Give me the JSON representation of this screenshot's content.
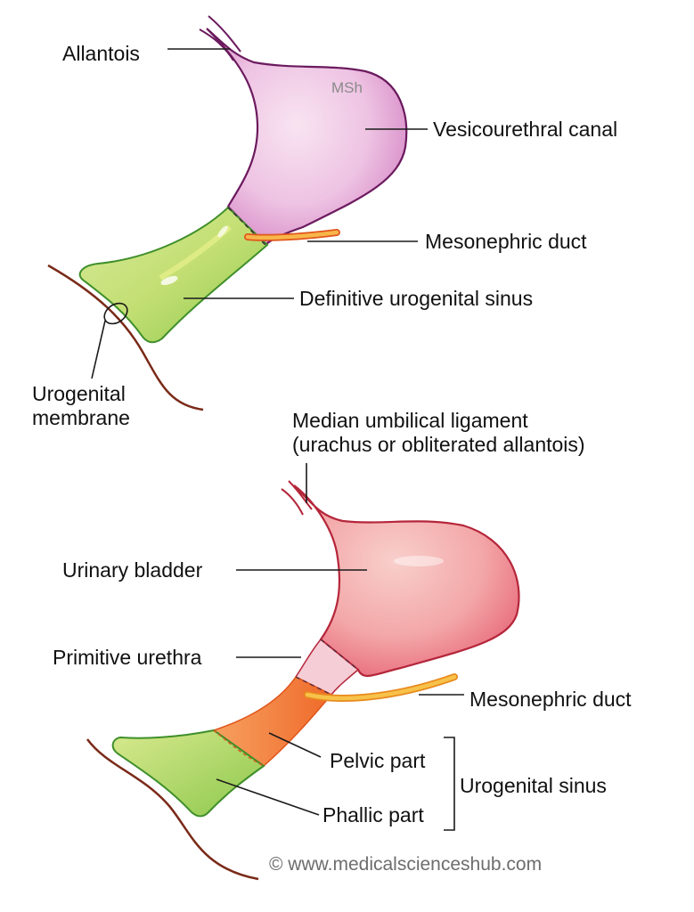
{
  "diagram": {
    "title": "Development of the urinary bladder and urogenital sinus",
    "top_figure": {
      "inner_label": "MSh",
      "labels": {
        "allantois": "Allantois",
        "vesicourethral_canal": "Vesicourethral canal",
        "mesonephric_duct": "Mesonephric duct",
        "definitive_urogenital_sinus": "Definitive urogenital sinus",
        "urogenital_membrane_line1": "Urogenital",
        "urogenital_membrane_line2": "membrane"
      },
      "colors": {
        "vesicourethral_fill": "#e9b9dd",
        "vesicourethral_outline": "#6b1a5e",
        "sinus_fill": "#b9d96b",
        "sinus_outline": "#3f8f2a",
        "duct_fill": "#f7b64a",
        "duct_outline": "#e2561c",
        "membrane_line": "#7a2a18"
      }
    },
    "bottom_figure": {
      "labels": {
        "median_umbilical_line1": "Median umbilical ligament",
        "median_umbilical_line2": "(urachus or obliterated allantois)",
        "urinary_bladder": "Urinary bladder",
        "primitive_urethra": "Primitive urethra",
        "mesonephric_duct": "Mesonephric duct",
        "pelvic_part": "Pelvic part",
        "phallic_part": "Phallic part",
        "urogenital_sinus": "Urogenital sinus"
      },
      "colors": {
        "bladder_fill": "#f3a2a6",
        "bladder_outline": "#b5263a",
        "urethra_fill": "#f5cdd6",
        "pelvic_fill": "#f28a3e",
        "phallic_fill": "#b5d96a",
        "phallic_outline": "#3f8f2a",
        "duct_fill": "#f7c24a",
        "membrane_line": "#7a2a18"
      }
    },
    "copyright": "© www.medicalscienceshub.com"
  }
}
